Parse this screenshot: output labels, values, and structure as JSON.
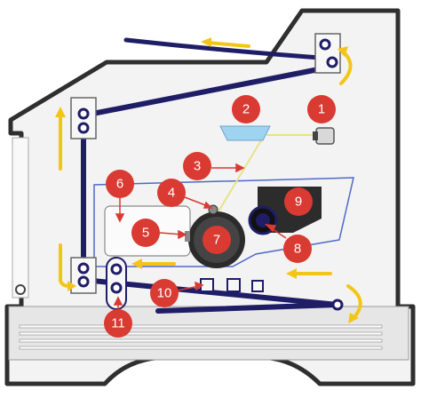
{
  "diagram": {
    "labels": [
      "1",
      "2",
      "3",
      "4",
      "5",
      "6",
      "7",
      "8",
      "9",
      "10",
      "11"
    ],
    "colors": {
      "outline": "#2f2f2f",
      "body_fill": "#f3f3f3",
      "belt": "#1f1d66",
      "arrow": "#f4c518",
      "badge": "#d93a32",
      "scanner_box": "#4f69c6",
      "drum": "#2b2b2b",
      "toner": "#2c2c2c"
    }
  }
}
